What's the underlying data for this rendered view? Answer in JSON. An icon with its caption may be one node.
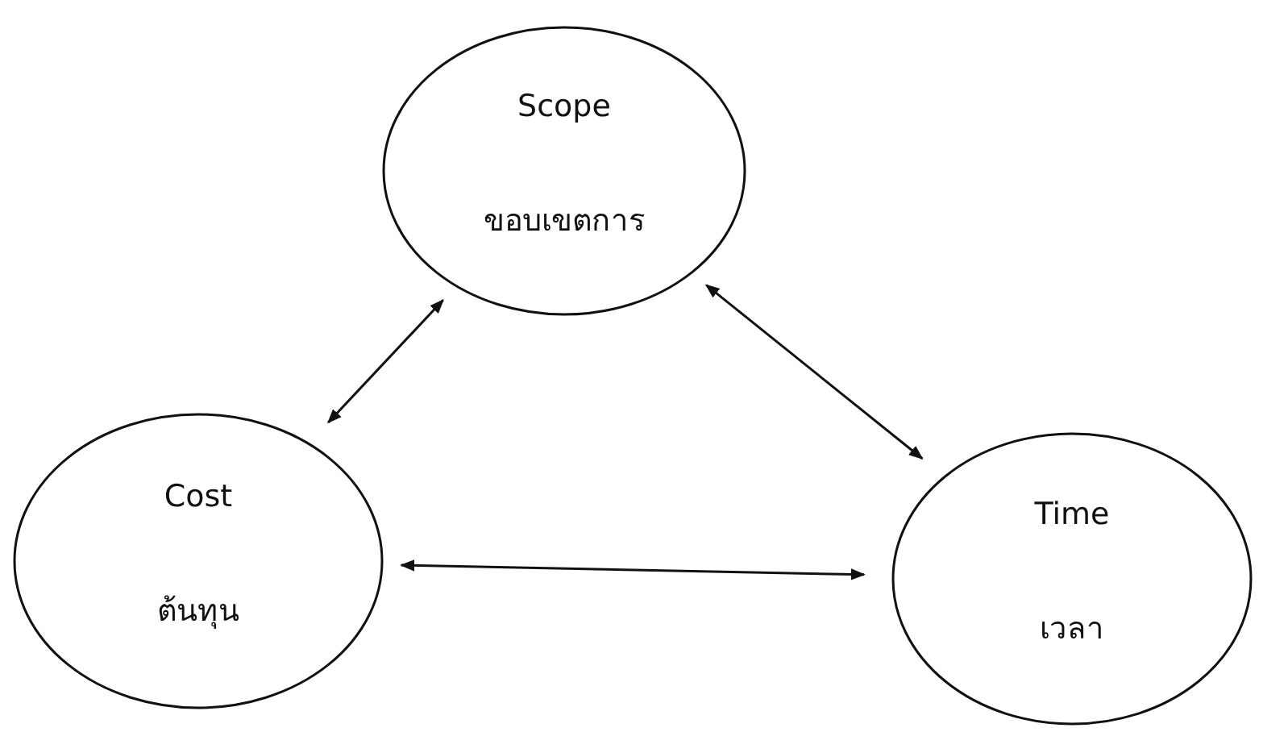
{
  "diagram": {
    "nodes": [
      {
        "text": [
          "Scope",
          "ขอบเขตการ"
        ]
      },
      {
        "text": [
          "Cost",
          "ต้นทุน"
        ]
      },
      {
        "text": [
          "Time",
          "เวลา"
        ]
      }
    ],
    "edges": [
      {
        "from": 0,
        "to": 1,
        "arrow": "both"
      },
      {
        "from": 0,
        "to": 2,
        "arrow": "both"
      },
      {
        "from": 1,
        "to": 2,
        "arrow": "both"
      }
    ]
  }
}
